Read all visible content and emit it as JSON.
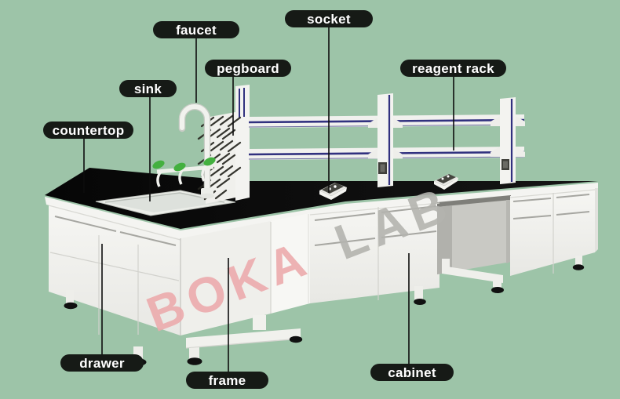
{
  "colors": {
    "background": "#9dc4a8",
    "pill": "#161a16",
    "pill_text": "#ffffff",
    "countertop": "#0d0d0d",
    "cabinet": "#f3f3f0",
    "cabinet_shade": "#e9e9e5",
    "rack_stripe": "#31317f",
    "handle_green": "#43b03f",
    "watermark_pink": "#ecabad",
    "watermark_gray": "#b4b4af",
    "leader_line": "#0d0d0d"
  },
  "watermark": {
    "text": "BOKA LAB",
    "part1": "BOKA",
    "part2": "LAB"
  },
  "labels": [
    {
      "key": "faucet",
      "text": "faucet"
    },
    {
      "key": "socket",
      "text": "socket"
    },
    {
      "key": "pegboard",
      "text": "pegboard"
    },
    {
      "key": "reagent-rack",
      "text": "reagent rack"
    },
    {
      "key": "sink",
      "text": "sink"
    },
    {
      "key": "countertop",
      "text": "countertop"
    },
    {
      "key": "drawer",
      "text": "drawer"
    },
    {
      "key": "frame",
      "text": "frame"
    },
    {
      "key": "cabinet",
      "text": "cabinet"
    }
  ]
}
